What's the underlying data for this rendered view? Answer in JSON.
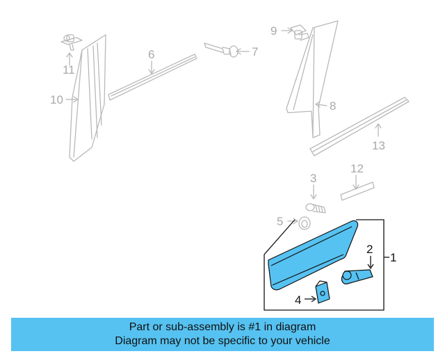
{
  "banner": {
    "line1": "Part or sub-assembly is #1 in diagram",
    "line2": "Diagram may not be specific to your vehicle"
  },
  "callouts": {
    "c1": "1",
    "c2": "2",
    "c3": "3",
    "c4": "4",
    "c5": "5",
    "c6": "6",
    "c7": "7",
    "c8": "8",
    "c9": "9",
    "c10": "10",
    "c11": "11",
    "c12": "12",
    "c13": "13"
  },
  "colors": {
    "highlight_fill": "#56c2f1",
    "line_gray": "#b5b5b5",
    "line_dark": "#111111"
  }
}
